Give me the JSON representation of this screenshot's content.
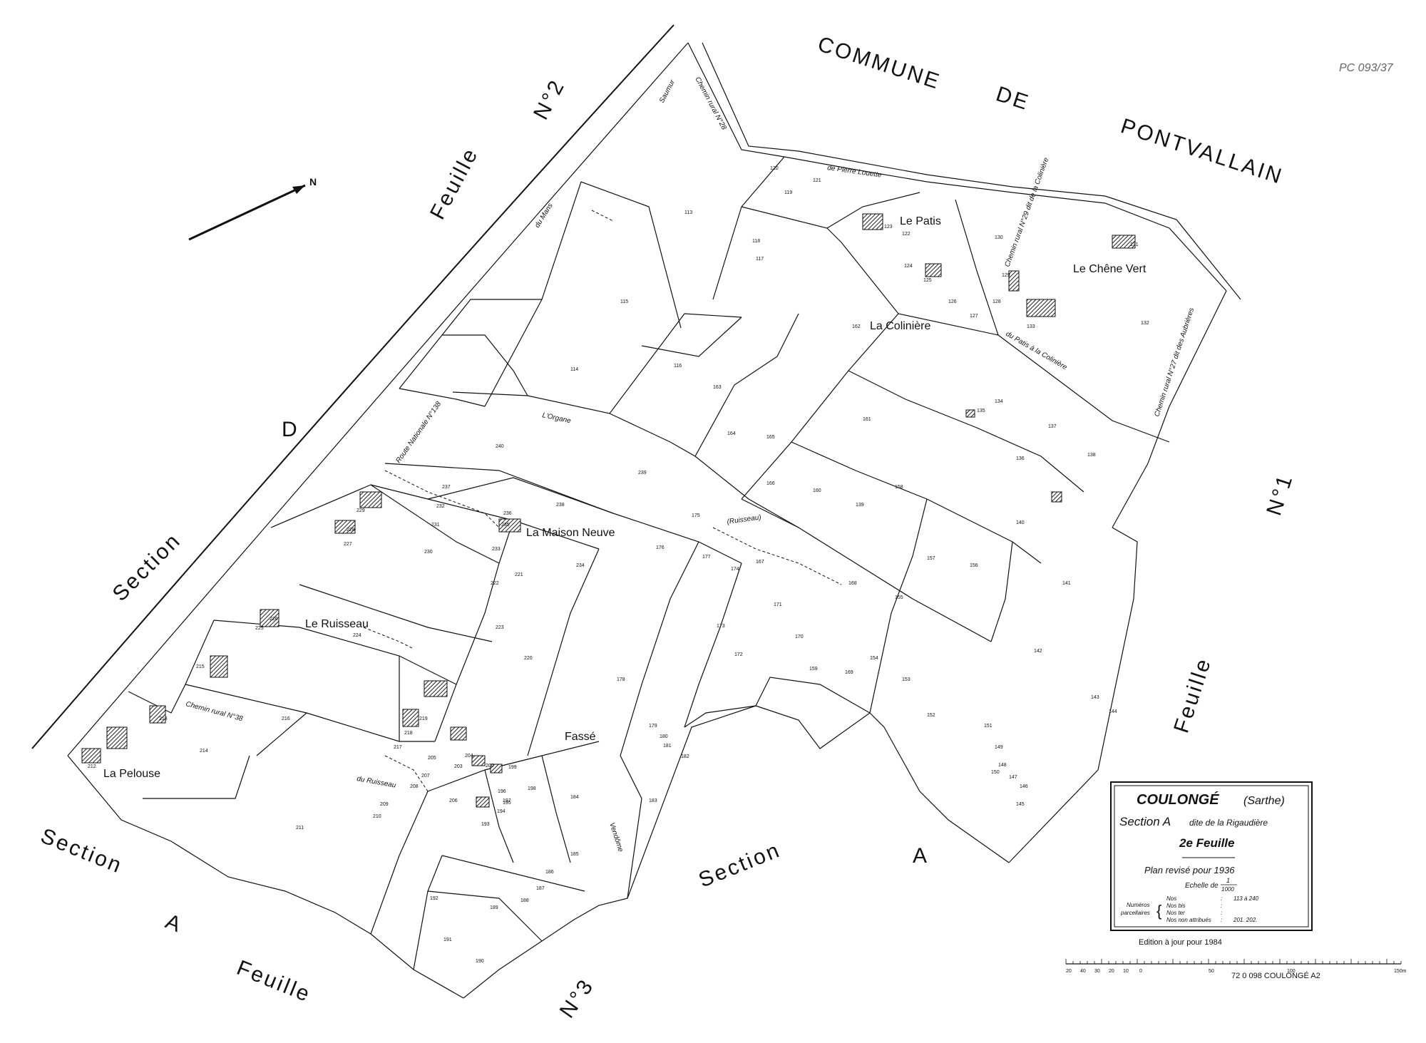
{
  "commune_header": {
    "line1": "COMMUNE",
    "line2": "DE",
    "line3": "PONTVALLAIN"
  },
  "map_labels": {
    "feuille_no2": "Feuille",
    "no2": "N°2",
    "section_d_1": "D",
    "section_d_2": "Section",
    "section_a_left": "Section",
    "a_left": "A",
    "feuille_left": "Feuille",
    "no3": "N°3",
    "section_a_bottom": "Section",
    "a_bottom": "A",
    "feuille_right": "Feuille",
    "no1": "N°1",
    "stamp": "PC 093/37"
  },
  "places": {
    "le_patis": "Le Patis",
    "le_chene_vert": "Le Chêne Vert",
    "la_coliniere": "La Colinière",
    "la_maison_neuve": "La Maison Neuve",
    "le_ruisseau": "Le Ruisseau",
    "fasse": "Fassé",
    "la_pelouse": "La Pelouse"
  },
  "roads": {
    "route_nationale": "Route Nationale N°138",
    "du_mans": "du Mans",
    "saumur": "Saumur",
    "chemin_rural_28": "Chemin rural N°28",
    "pierre_louette": "de Pierre Louette",
    "lorgane": "L'Organe",
    "ruisseau": "(Ruisseau)",
    "chemin_rural_38": "Chemin rural N°38",
    "du_ruisseau": "du Ruisseau",
    "chemin_rural_29": "Chemin rural N°29 dit de la Colinière",
    "patis_coliniere": "du Patis à la Colinière",
    "chemin_rural_27": "Chemin rural N°27 dit des Aubrières",
    "vendome": "Vendôme"
  },
  "parcels": [
    {
      "n": "113"
    },
    {
      "n": "114"
    },
    {
      "n": "115"
    },
    {
      "n": "116"
    },
    {
      "n": "117"
    },
    {
      "n": "118"
    },
    {
      "n": "119"
    },
    {
      "n": "120"
    },
    {
      "n": "121"
    },
    {
      "n": "122"
    },
    {
      "n": "123"
    },
    {
      "n": "124"
    },
    {
      "n": "125"
    },
    {
      "n": "126"
    },
    {
      "n": "127"
    },
    {
      "n": "128"
    },
    {
      "n": "129"
    },
    {
      "n": "130"
    },
    {
      "n": "131"
    },
    {
      "n": "132"
    },
    {
      "n": "133"
    },
    {
      "n": "134"
    },
    {
      "n": "135"
    },
    {
      "n": "136"
    },
    {
      "n": "137"
    },
    {
      "n": "138"
    },
    {
      "n": "139"
    },
    {
      "n": "140"
    },
    {
      "n": "141"
    },
    {
      "n": "142"
    },
    {
      "n": "143"
    },
    {
      "n": "144"
    },
    {
      "n": "145"
    },
    {
      "n": "146"
    },
    {
      "n": "147"
    },
    {
      "n": "148"
    },
    {
      "n": "149"
    },
    {
      "n": "150"
    },
    {
      "n": "151"
    },
    {
      "n": "152"
    },
    {
      "n": "153"
    },
    {
      "n": "154"
    },
    {
      "n": "155"
    },
    {
      "n": "156"
    },
    {
      "n": "157"
    },
    {
      "n": "158"
    },
    {
      "n": "159"
    },
    {
      "n": "160"
    },
    {
      "n": "161"
    },
    {
      "n": "162"
    },
    {
      "n": "163"
    },
    {
      "n": "164"
    },
    {
      "n": "165"
    },
    {
      "n": "166"
    },
    {
      "n": "167"
    },
    {
      "n": "168"
    },
    {
      "n": "169"
    },
    {
      "n": "170"
    },
    {
      "n": "171"
    },
    {
      "n": "172"
    },
    {
      "n": "173"
    },
    {
      "n": "174"
    },
    {
      "n": "175"
    },
    {
      "n": "176"
    },
    {
      "n": "177"
    },
    {
      "n": "178"
    },
    {
      "n": "179"
    },
    {
      "n": "180"
    },
    {
      "n": "181"
    },
    {
      "n": "182"
    },
    {
      "n": "183"
    },
    {
      "n": "184"
    },
    {
      "n": "185"
    },
    {
      "n": "186"
    },
    {
      "n": "187"
    },
    {
      "n": "188"
    },
    {
      "n": "189"
    },
    {
      "n": "190"
    },
    {
      "n": "191"
    },
    {
      "n": "192"
    },
    {
      "n": "193"
    },
    {
      "n": "194"
    },
    {
      "n": "195"
    },
    {
      "n": "196"
    },
    {
      "n": "197"
    },
    {
      "n": "198"
    },
    {
      "n": "199"
    },
    {
      "n": "200"
    },
    {
      "n": "203"
    },
    {
      "n": "204"
    },
    {
      "n": "205"
    },
    {
      "n": "206"
    },
    {
      "n": "207"
    },
    {
      "n": "208"
    },
    {
      "n": "209"
    },
    {
      "n": "210"
    },
    {
      "n": "211"
    },
    {
      "n": "212"
    },
    {
      "n": "213"
    },
    {
      "n": "214"
    },
    {
      "n": "215"
    },
    {
      "n": "216"
    },
    {
      "n": "217"
    },
    {
      "n": "218"
    },
    {
      "n": "219"
    },
    {
      "n": "220"
    },
    {
      "n": "221"
    },
    {
      "n": "222"
    },
    {
      "n": "223"
    },
    {
      "n": "224"
    },
    {
      "n": "225"
    },
    {
      "n": "226"
    },
    {
      "n": "227"
    },
    {
      "n": "228"
    },
    {
      "n": "229"
    },
    {
      "n": "230"
    },
    {
      "n": "231"
    },
    {
      "n": "232"
    },
    {
      "n": "233"
    },
    {
      "n": "234"
    },
    {
      "n": "235"
    },
    {
      "n": "236"
    },
    {
      "n": "237"
    },
    {
      "n": "238"
    },
    {
      "n": "239"
    },
    {
      "n": "240"
    }
  ],
  "cartouche": {
    "commune": "COULONGÉ",
    "department": "(Sarthe)",
    "section": "Section A",
    "section_name": "dite de la Rigaudière",
    "sheet": "2e Feuille",
    "revised": "Plan revisé pour 1936",
    "scale_label": "Echelle de",
    "scale_num": "1",
    "scale_den": "1000",
    "numeros": "Numéros",
    "parcellaires": "parcellaires",
    "rows": [
      {
        "label": "Nos",
        "value": "113 à 240"
      },
      {
        "label": "Nos bis",
        "value": ""
      },
      {
        "label": "Nos ter",
        "value": ""
      },
      {
        "label": "Nos non attribués",
        "value": "201. 202."
      }
    ]
  },
  "edition": "Edition à jour pour 1984",
  "footer_code": "72 0 098 COULONGÉ A2",
  "scale_ticks": [
    "20",
    "40",
    "30",
    "20",
    "10",
    "0",
    "50",
    "100",
    "150m"
  ],
  "north_symbol": "N"
}
